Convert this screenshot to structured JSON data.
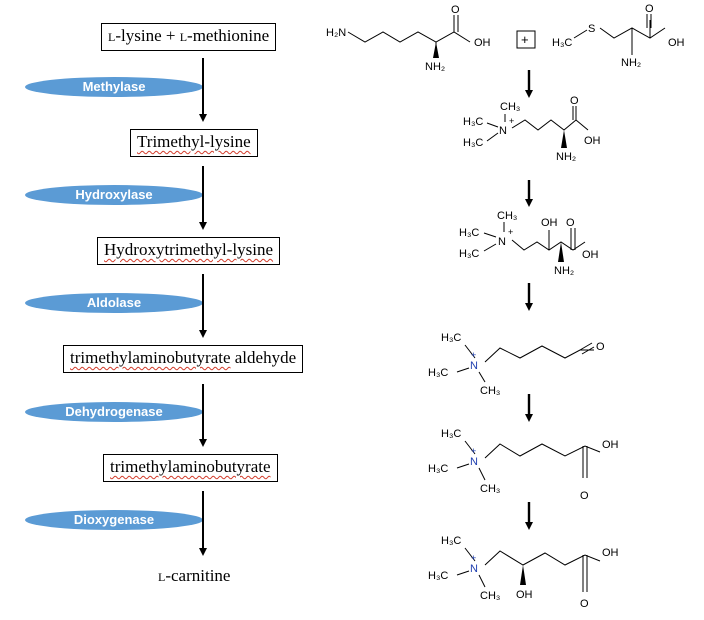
{
  "pathway": {
    "compounds": [
      {
        "id": "lys-met",
        "parts": [
          {
            "t": "l",
            "sc": true
          },
          {
            "t": "-lysine + "
          },
          {
            "t": "l",
            "sc": true
          },
          {
            "t": "-methionine"
          }
        ]
      },
      {
        "id": "tml",
        "parts": [
          {
            "t": "Trimethyl-lysine",
            "sq": true
          }
        ]
      },
      {
        "id": "html",
        "parts": [
          {
            "t": "Hydroxytrimethyl-lysine",
            "sq": true
          }
        ]
      },
      {
        "id": "tmaba",
        "parts": [
          {
            "t": "trimethylaminobutyrate",
            "sq": true
          },
          {
            "t": " aldehyde"
          }
        ]
      },
      {
        "id": "gbb",
        "parts": [
          {
            "t": "trimethylaminobutyrate",
            "sq": true
          }
        ]
      },
      {
        "id": "carnitine",
        "parts": [
          {
            "t": "l",
            "sc": true
          },
          {
            "t": "-carnitine"
          }
        ]
      }
    ],
    "enzymes": [
      "Methylase",
      "Hydroxylase",
      "Aldolase",
      "Dehydrogenase",
      "Dioxygenase"
    ]
  },
  "structures": {
    "plus_sign": "+",
    "lysine": {
      "amine": "H₂N",
      "carboxyl_oh": "OH",
      "carbonyl_o": "O",
      "alpha_amine": "NH₂"
    },
    "methionine": {
      "methyl": "H₃C",
      "sulfur": "S",
      "carboxyl_oh": "OH",
      "carbonyl_o": "O",
      "alpha_amine": "NH₂"
    },
    "trimethyl_lysine": {
      "methyl_top": "CH₃",
      "methyl_left_top": "H₃C",
      "methyl_left_bottom": "H₃C",
      "nitrogen": "N",
      "charge": "+",
      "carboxyl_oh": "OH",
      "carbonyl_o": "O",
      "alpha_amine": "NH₂"
    },
    "hydroxy_trimethyl_lysine": {
      "methyl_top": "CH₃",
      "methyl_left_top": "H₃C",
      "methyl_left_bottom": "H₃C",
      "nitrogen": "N",
      "charge": "+",
      "hydroxyl": "OH",
      "carbonyl_o": "O",
      "carboxyl_oh": "OH",
      "alpha_amine": "NH₂"
    },
    "tmaba_aldehyde": {
      "methyl_top": "H₃C",
      "methyl_left": "H₃C",
      "methyl_bottom": "CH₃",
      "nitrogen": "N",
      "charge": "+",
      "carbonyl_o": "O"
    },
    "gbb_acid": {
      "methyl_top": "H₃C",
      "methyl_left": "H₃C",
      "methyl_bottom": "CH₃",
      "nitrogen": "N",
      "charge": "+",
      "carboxyl_oh": "OH",
      "carbonyl_o": "O"
    },
    "carnitine": {
      "methyl_top": "H₃C",
      "methyl_left": "H₃C",
      "methyl_bottom": "CH₃",
      "nitrogen": "N",
      "charge": "+",
      "hydroxyl": "OH",
      "carboxyl_oh": "OH",
      "carbonyl_o": "O"
    }
  },
  "colors": {
    "enzyme_fill": "#5b9bd5",
    "enzyme_text": "#ffffff",
    "nitrogen": "#1f3fb0",
    "spellcheck": "#d23b2a"
  }
}
